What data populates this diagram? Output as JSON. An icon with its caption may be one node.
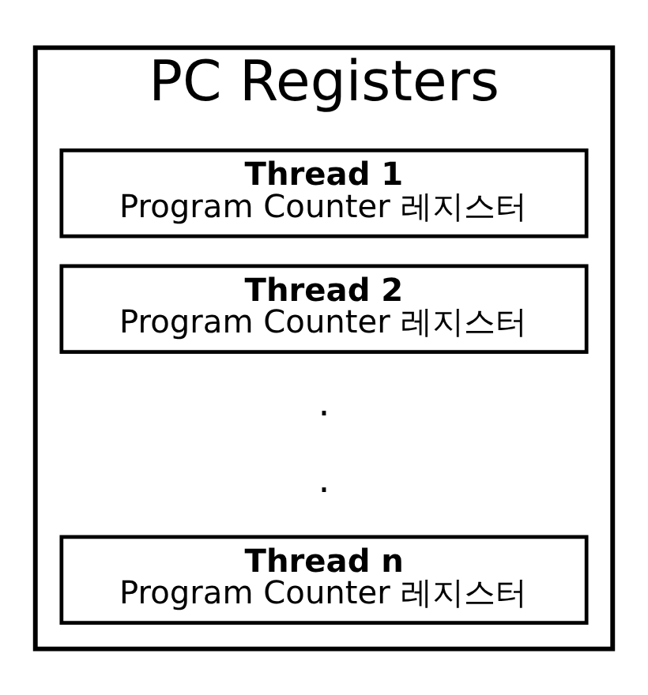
{
  "diagram": {
    "nodes": [
      {
        "text": [
          "PC Registers"
        ]
      },
      {
        "text": [
          "Thread 1",
          "Program Counter 레지스터"
        ],
        "in": 0
      },
      {
        "text": [
          "Thread 2",
          "Program Counter 레지스터"
        ],
        "in": 0
      },
      {
        "text": [
          "Thread n",
          "Program Counter 레지스터"
        ],
        "in": 0
      }
    ],
    "labels": [
      ".",
      "."
    ]
  }
}
